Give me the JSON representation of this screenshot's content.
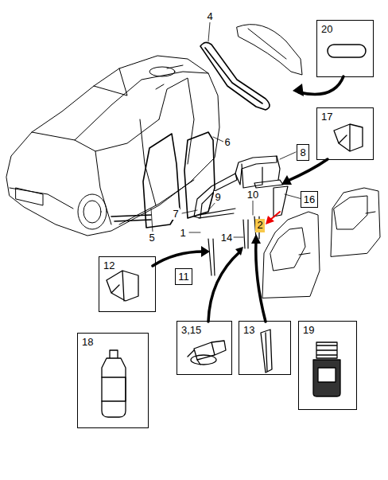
{
  "diagram": {
    "nodes": [
      {
        "text": [
          "20"
        ]
      },
      {
        "text": [
          "17"
        ]
      },
      {
        "text": [
          "8"
        ]
      },
      {
        "text": [
          "16"
        ]
      },
      {
        "text": [
          "2"
        ]
      },
      {
        "text": [
          "12"
        ]
      },
      {
        "text": [
          "11"
        ]
      },
      {
        "text": [
          "18"
        ]
      },
      {
        "text": [
          "3,15"
        ]
      },
      {
        "text": [
          "13"
        ]
      },
      {
        "text": [
          "19"
        ]
      }
    ],
    "labels": [
      "4",
      "6",
      "10",
      "9",
      "7",
      "1",
      "14",
      "5"
    ]
  }
}
